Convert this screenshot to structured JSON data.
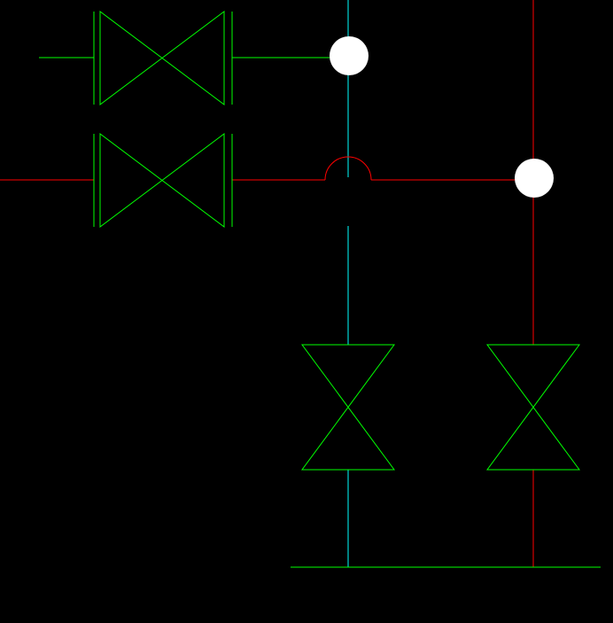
{
  "colors": {
    "background": "#000000",
    "valve": "#00ff00",
    "cyan_line": "#00ffff",
    "red_line": "#ff0000",
    "node": "#ffffff"
  },
  "valves": [
    {
      "name": "valve-top-left",
      "orientation": "horizontal"
    },
    {
      "name": "valve-middle-left",
      "orientation": "horizontal"
    },
    {
      "name": "valve-lower-left",
      "orientation": "vertical"
    },
    {
      "name": "valve-lower-right",
      "orientation": "vertical"
    }
  ],
  "lines": [
    {
      "name": "cyan-vertical-line",
      "color": "cyan"
    },
    {
      "name": "red-vertical-line",
      "color": "red"
    },
    {
      "name": "red-horizontal-line",
      "color": "red"
    },
    {
      "name": "green-inlet-line",
      "color": "green"
    },
    {
      "name": "green-bottom-header-line",
      "color": "green"
    }
  ],
  "junctions": [
    {
      "name": "junction-node-top",
      "type": "connection-dot"
    },
    {
      "name": "junction-node-right",
      "type": "connection-dot"
    },
    {
      "name": "line-crossover-hop",
      "type": "jump-over"
    }
  ]
}
